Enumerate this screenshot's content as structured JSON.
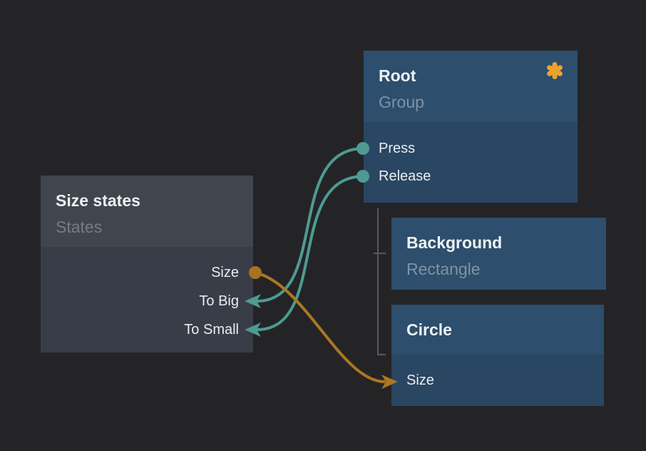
{
  "canvas": {
    "type": "node-graph-editor"
  },
  "nodes": {
    "size_states": {
      "title": "Size states",
      "subtitle": "States",
      "ports": [
        {
          "label": "Size",
          "direction": "output",
          "connector": "orange-dot"
        },
        {
          "label": "To Big",
          "direction": "input",
          "connector": "teal-arrow"
        },
        {
          "label": "To Small",
          "direction": "input",
          "connector": "teal-arrow"
        }
      ]
    },
    "root": {
      "title": "Root",
      "subtitle": "Group",
      "badge_icon": "asterisk",
      "ports": [
        {
          "label": "Press",
          "direction": "output",
          "connector": "teal-dot"
        },
        {
          "label": "Release",
          "direction": "output",
          "connector": "teal-dot"
        }
      ]
    },
    "background": {
      "title": "Background",
      "subtitle": "Rectangle",
      "ports": []
    },
    "circle": {
      "title": "Circle",
      "ports": [
        {
          "label": "Size",
          "direction": "input",
          "connector": "orange-arrow"
        }
      ]
    }
  },
  "connections": [
    {
      "from": "Root.Press",
      "to": "Size states.To Big",
      "color": "#4f9a92"
    },
    {
      "from": "Root.Release",
      "to": "Size states.To Small",
      "color": "#4f9a92"
    },
    {
      "from": "Size states.Size",
      "to": "Circle.Size",
      "color": "#ac7722"
    }
  ],
  "hierarchy": {
    "parent": "Root",
    "children": [
      "Background",
      "Circle"
    ]
  },
  "colors": {
    "background": "#242427",
    "node_blue_header": "#2d4e6c",
    "node_blue_body": "#294663",
    "node_gray_header": "#41454e",
    "node_gray_body": "#393d47",
    "wire_teal": "#4f9a92",
    "wire_orange": "#ac7722",
    "badge_orange": "#eda22f",
    "title_text": "#eef2f4",
    "subtitle_blue": "#7e93a7",
    "subtitle_gray": "#767b85",
    "hierarchy_line": "#58595c"
  }
}
